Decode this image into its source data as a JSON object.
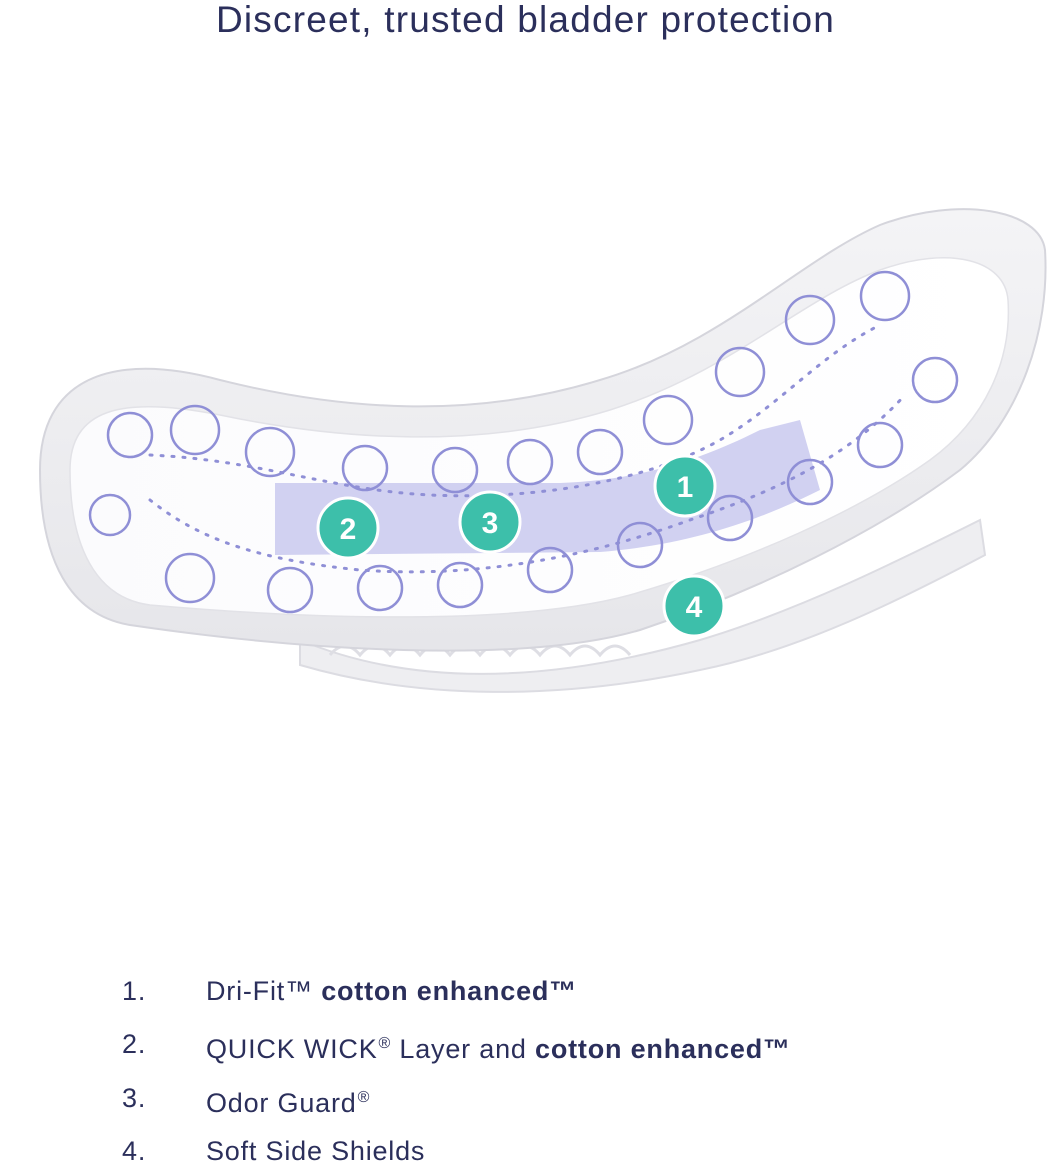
{
  "headline": "Discreet, trusted bladder protection",
  "callouts": [
    {
      "label": "1"
    },
    {
      "label": "2"
    },
    {
      "label": "3"
    },
    {
      "label": "4"
    }
  ],
  "features": [
    {
      "number": "1.",
      "plain": "Dri-Fit",
      "plain_mark": "™",
      "bold": "cotton enhanced",
      "bold_mark": "™"
    },
    {
      "number": "2.",
      "plain": "QUICK WICK",
      "plain_mark": "®",
      "plain2": " Layer and ",
      "bold": "cotton enhanced",
      "bold_mark": "™"
    },
    {
      "number": "3.",
      "plain": "Odor Guard",
      "plain_mark": "®"
    },
    {
      "number": "4.",
      "plain": "Soft Side Shields"
    }
  ],
  "colors": {
    "text": "#2b2f5b",
    "callout": "#3dbfaa",
    "pattern": "#8f8fd6",
    "core": "#c9c9ee"
  }
}
